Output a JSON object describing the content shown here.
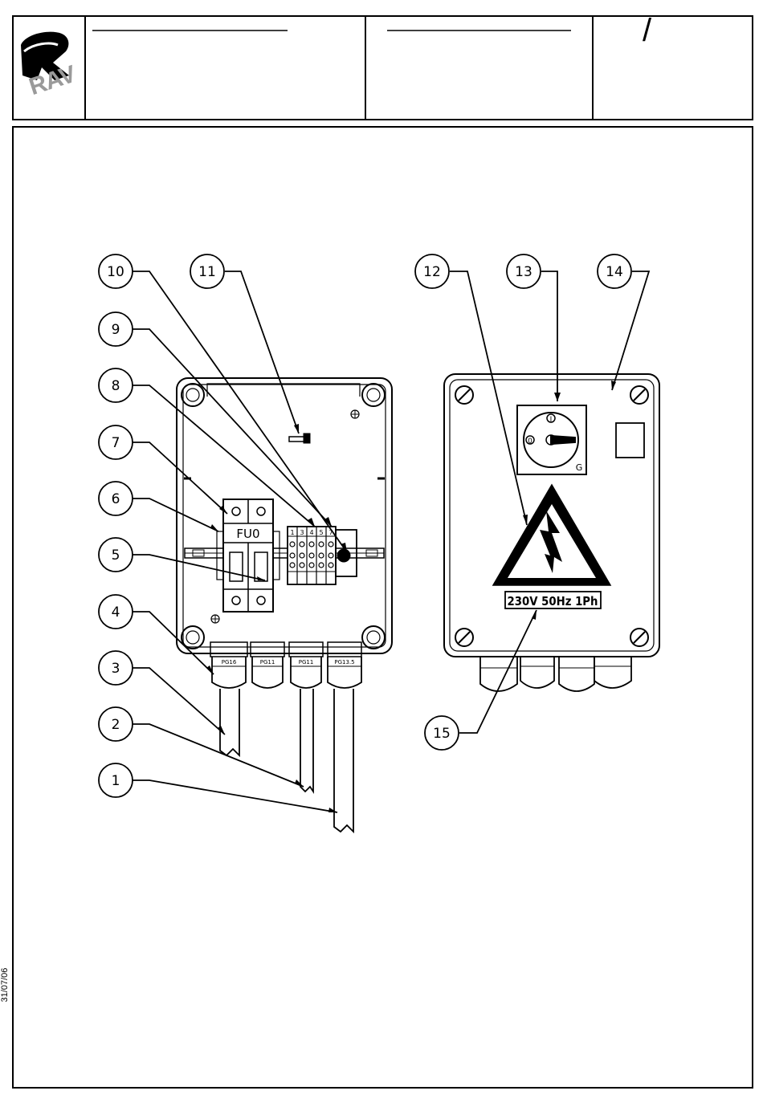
{
  "header": {
    "logo_text": "RAV",
    "title_line_1": "",
    "title_line_2": "",
    "sheet_mark": "/"
  },
  "footer": {
    "date": "31/07/06"
  },
  "diagram": {
    "callouts": [
      "1",
      "2",
      "3",
      "4",
      "5",
      "6",
      "7",
      "8",
      "9",
      "10",
      "11",
      "12",
      "13",
      "14",
      "15"
    ],
    "fuse_label": "FU0",
    "terminal_labels": [
      "1",
      "3",
      "4",
      "5",
      "7"
    ],
    "gland_labels": [
      "PG16",
      "PG11",
      "PG11",
      "PG13.5"
    ],
    "voltage_label": "230V 50Hz 1Ph",
    "switch_positions": [
      "0",
      "I"
    ],
    "switch_letter": "G"
  },
  "colors": {
    "line": "#000000",
    "background": "#ffffff"
  }
}
